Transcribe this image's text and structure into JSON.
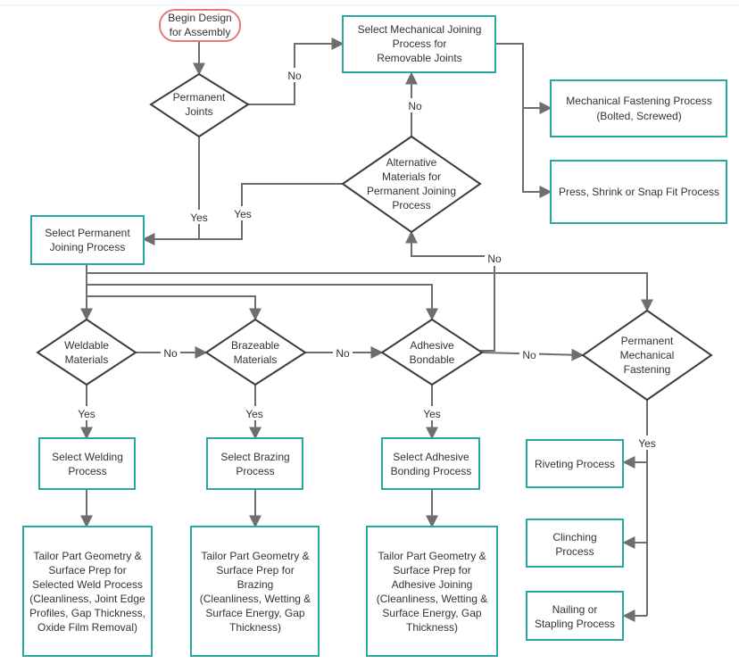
{
  "start": {
    "lines": [
      "Begin Design",
      "for Assembly"
    ]
  },
  "decisions": {
    "permanent_joints": {
      "lines": [
        "Permanent",
        "Joints"
      ]
    },
    "alternative_materials": {
      "lines": [
        "Alternative",
        "Materials for",
        "Permanent Joining",
        "Process"
      ]
    },
    "weldable": {
      "lines": [
        "Weldable",
        "Materials"
      ]
    },
    "brazeable": {
      "lines": [
        "Brazeable",
        "Materials"
      ]
    },
    "adhesive": {
      "lines": [
        "Adhesive",
        "Bondable"
      ]
    },
    "perm_mech": {
      "lines": [
        "Permanent",
        "Mechanical",
        "Fastening"
      ]
    }
  },
  "processes": {
    "mech_removable": {
      "lines": [
        "Select Mechanical Joining",
        "Process for",
        "Removable Joints"
      ]
    },
    "mech_fastening": {
      "lines": [
        "Mechanical Fastening Process",
        "(Bolted, Screwed)"
      ]
    },
    "press_fit": {
      "lines": [
        "Press, Shrink or Snap Fit  Process"
      ]
    },
    "select_permanent": {
      "lines": [
        "Select Permanent",
        "Joining Process"
      ]
    },
    "welding": {
      "lines": [
        "Select Welding",
        "Process"
      ]
    },
    "brazing": {
      "lines": [
        "Select Brazing",
        "Process"
      ]
    },
    "adhesive_bonding": {
      "lines": [
        "Select Adhesive",
        "Bonding Process"
      ]
    },
    "riveting": {
      "lines": [
        "Riveting Process"
      ]
    },
    "clinching": {
      "lines": [
        "Clinching",
        "Process"
      ]
    },
    "nailing": {
      "lines": [
        "Nailing or",
        "Stapling Process"
      ]
    },
    "tailor_weld": {
      "lines": [
        "Tailor Part Geometry &",
        "Surface Prep for",
        "Selected Weld Process",
        "(Cleanliness, Joint Edge",
        "Profiles, Gap Thickness,",
        "Oxide Film Removal)"
      ]
    },
    "tailor_braze": {
      "lines": [
        "Tailor Part Geometry &",
        "Surface Prep for",
        "Brazing",
        "(Cleanliness, Wetting &",
        "Surface Energy, Gap",
        "Thickness)"
      ]
    },
    "tailor_adhesive": {
      "lines": [
        "Tailor Part Geometry &",
        "Surface Prep for",
        "Adhesive Joining",
        "(Cleanliness, Wetting &",
        "Surface Energy, Gap",
        "Thickness)"
      ]
    }
  },
  "edge_labels": {
    "no_to_removable": "No",
    "no_alt_up": "No",
    "yes_perm": "Yes",
    "yes_alt": "Yes",
    "no_adhesive_up": "No",
    "no_weld": "No",
    "no_braze": "No",
    "no_adhesive": "No",
    "yes_weld": "Yes",
    "yes_braze": "Yes",
    "yes_adhesive": "Yes",
    "yes_mech": "Yes"
  }
}
